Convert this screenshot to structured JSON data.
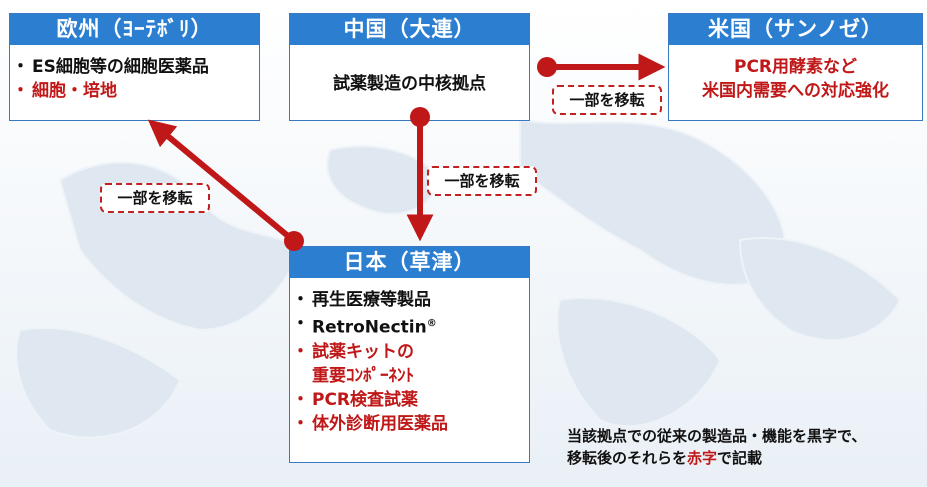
{
  "boxes": {
    "europe": {
      "title": "欧州（ﾖｰﾃﾎﾞﾘ）",
      "items": [
        {
          "text": "ES細胞等の細胞医薬品",
          "color": "black"
        },
        {
          "text": "細胞・培地",
          "color": "red"
        }
      ]
    },
    "china": {
      "title": "中国（大連）",
      "body": "試薬製造の中核拠点"
    },
    "usa": {
      "title": "米国（サンノゼ）",
      "lines": [
        "PCR用酵素など",
        "米国内需要への対応強化"
      ]
    },
    "japan": {
      "title": "日本（草津）",
      "items": [
        {
          "text": "再生医療等製品",
          "color": "black"
        },
        {
          "text": "RetroNectin",
          "sup": "®",
          "color": "black"
        },
        {
          "text": "試薬キットの",
          "color": "red"
        },
        {
          "text": "重要ｺﾝﾎﾟｰﾈﾝﾄ",
          "color": "red",
          "continuation": true
        },
        {
          "text": "PCR検査試薬",
          "color": "red"
        },
        {
          "text": "体外診断用医薬品",
          "color": "red"
        }
      ]
    }
  },
  "transfer_labels": {
    "china_to_usa": "一部を移転",
    "china_to_japan": "一部を移転",
    "japan_to_europe": "一部を移転"
  },
  "note": {
    "line1": "当該拠点での従来の製造品・機能を黒字で、",
    "line2_a": "移転後のそれらを",
    "line2_red": "赤字",
    "line2_b": "で記載"
  },
  "colors": {
    "header_blue": "#2b7ed0",
    "arrow_red": "#c01818",
    "text_red": "#c01818"
  }
}
